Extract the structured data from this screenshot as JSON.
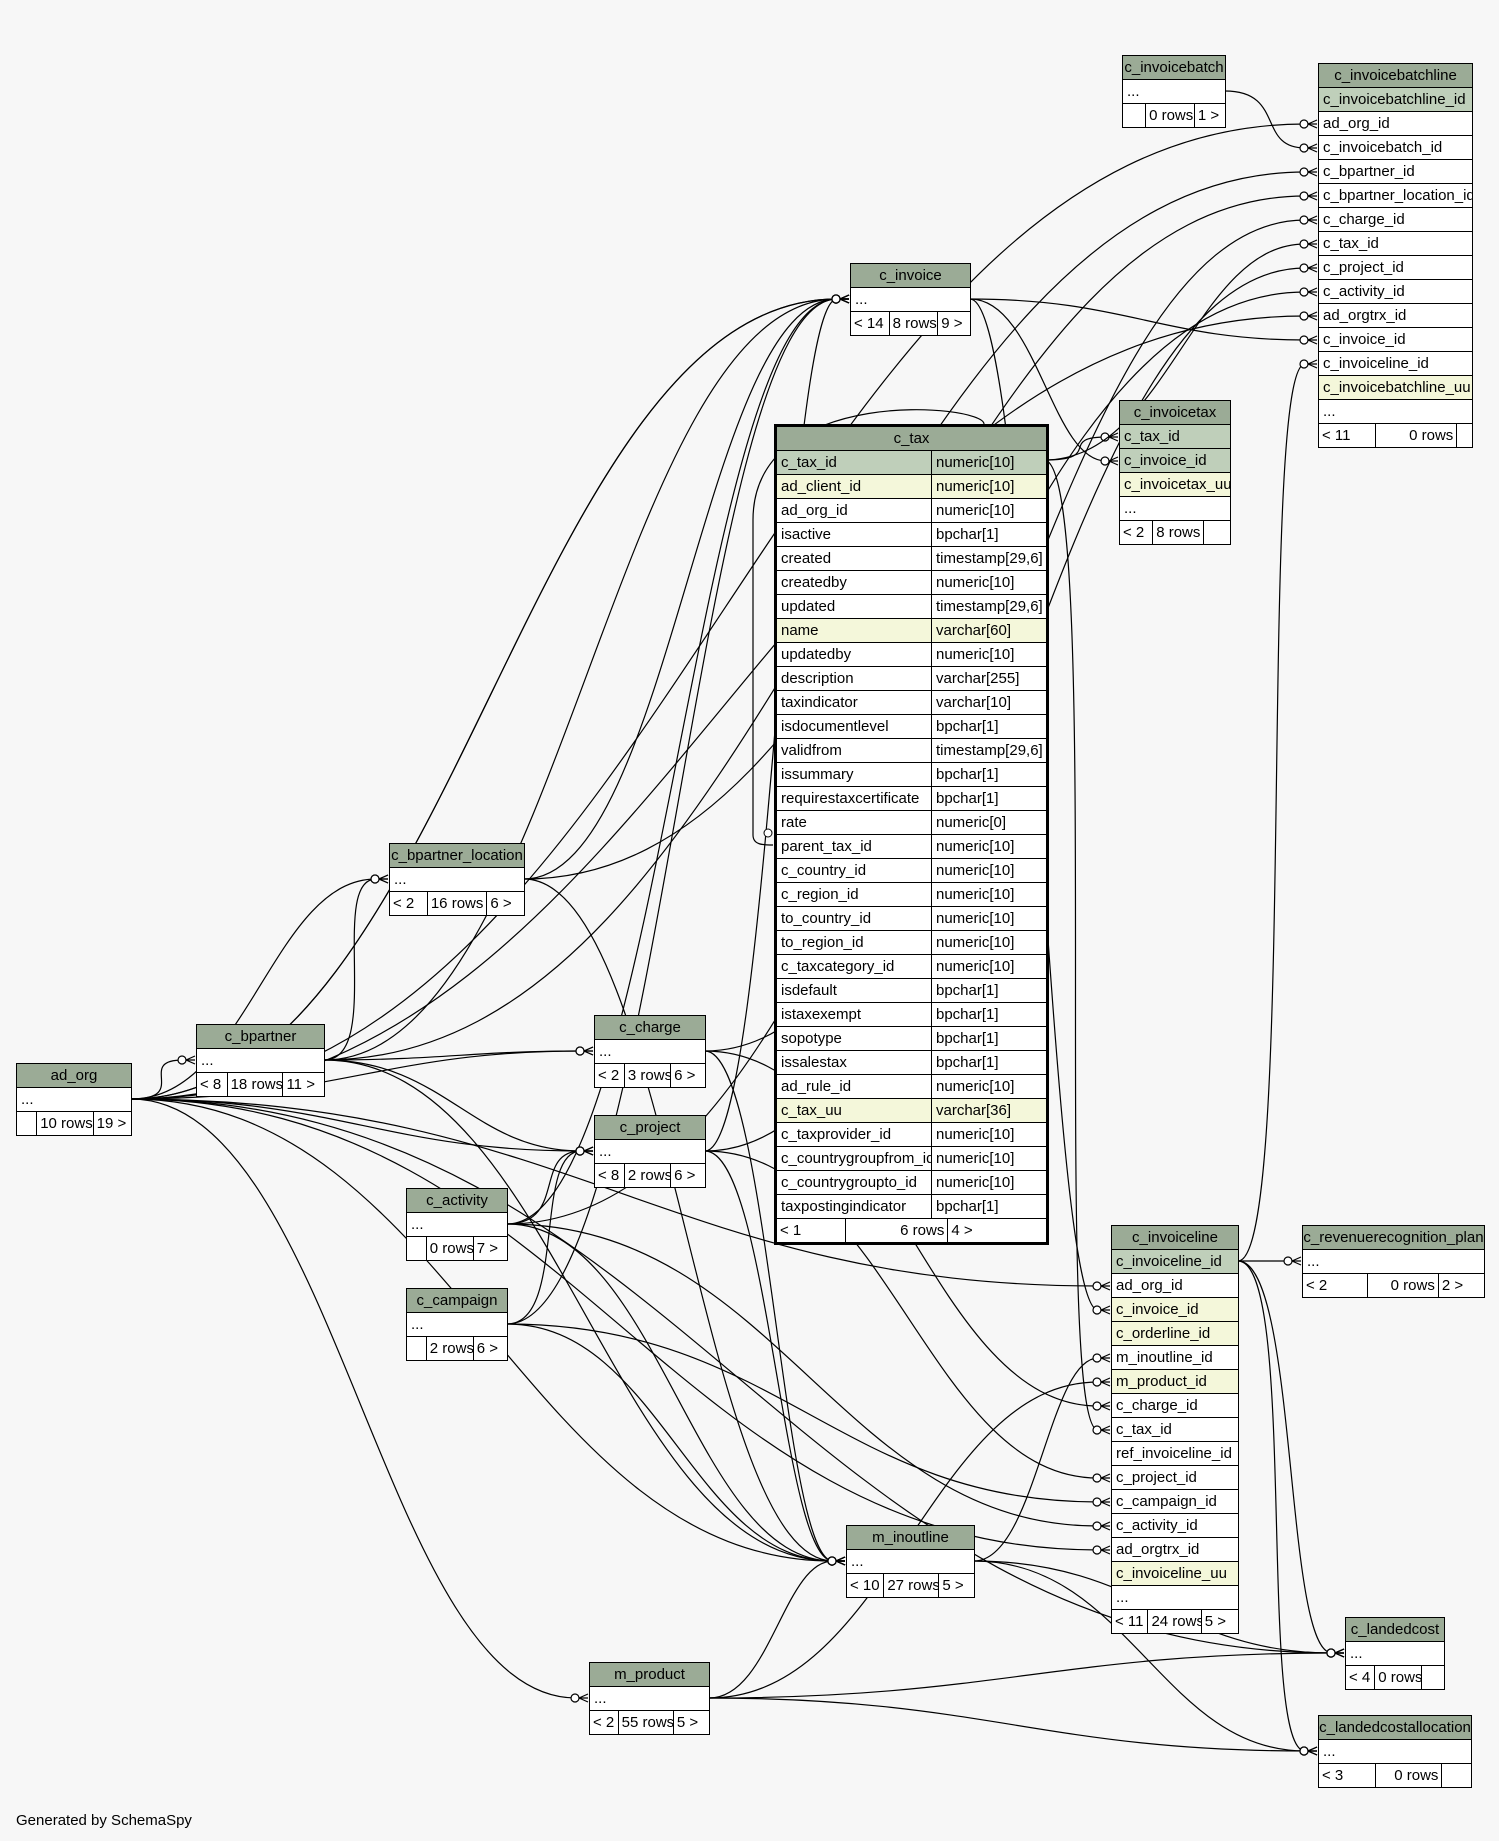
{
  "generated_by": "Generated by SchemaSpy",
  "tables": {
    "ad_org": {
      "name": "ad_org",
      "columns": [
        {
          "name": "..."
        }
      ],
      "footer": {
        "parents": "",
        "rows": "10 rows",
        "children": "19 >"
      }
    },
    "c_bpartner": {
      "name": "c_bpartner",
      "columns": [
        {
          "name": "..."
        }
      ],
      "footer": {
        "parents": "< 8",
        "rows": "18 rows",
        "children": "11 >"
      }
    },
    "c_bpartner_location": {
      "name": "c_bpartner_location",
      "columns": [
        {
          "name": "..."
        }
      ],
      "footer": {
        "parents": "< 2",
        "rows": "16 rows",
        "children": "6 >"
      }
    },
    "c_charge": {
      "name": "c_charge",
      "columns": [
        {
          "name": "..."
        }
      ],
      "footer": {
        "parents": "< 2",
        "rows": "3 rows",
        "children": "6 >"
      }
    },
    "c_project": {
      "name": "c_project",
      "columns": [
        {
          "name": "..."
        }
      ],
      "footer": {
        "parents": "< 8",
        "rows": "2 rows",
        "children": "6 >"
      }
    },
    "c_activity": {
      "name": "c_activity",
      "columns": [
        {
          "name": "..."
        }
      ],
      "footer": {
        "parents": "",
        "rows": "0 rows",
        "children": "7 >"
      }
    },
    "c_campaign": {
      "name": "c_campaign",
      "columns": [
        {
          "name": "..."
        }
      ],
      "footer": {
        "parents": "",
        "rows": "2 rows",
        "children": "6 >"
      }
    },
    "m_product": {
      "name": "m_product",
      "columns": [
        {
          "name": "..."
        }
      ],
      "footer": {
        "parents": "< 2",
        "rows": "55 rows",
        "children": "5 >"
      }
    },
    "m_inoutline": {
      "name": "m_inoutline",
      "columns": [
        {
          "name": "..."
        }
      ],
      "footer": {
        "parents": "< 10",
        "rows": "27 rows",
        "children": "5 >"
      }
    },
    "c_invoice": {
      "name": "c_invoice",
      "columns": [
        {
          "name": "..."
        }
      ],
      "footer": {
        "parents": "< 14",
        "rows": "8 rows",
        "children": "9 >"
      }
    },
    "c_invoicebatch": {
      "name": "c_invoicebatch",
      "columns": [
        {
          "name": "..."
        }
      ],
      "footer": {
        "parents": "",
        "rows": "0 rows",
        "children": "1 >"
      }
    },
    "c_invoicetax": {
      "name": "c_invoicetax",
      "columns": [
        {
          "name": "c_tax_id",
          "kind": "pk"
        },
        {
          "name": "c_invoice_id",
          "kind": "pk"
        },
        {
          "name": "c_invoicetax_uu",
          "kind": "idx"
        },
        {
          "name": "..."
        }
      ],
      "footer": {
        "parents": "< 2",
        "rows": "8 rows",
        "children": ""
      }
    },
    "c_invoicebatchline": {
      "name": "c_invoicebatchline",
      "columns": [
        {
          "name": "c_invoicebatchline_id",
          "kind": "pk"
        },
        {
          "name": "ad_org_id"
        },
        {
          "name": "c_invoicebatch_id"
        },
        {
          "name": "c_bpartner_id"
        },
        {
          "name": "c_bpartner_location_id"
        },
        {
          "name": "c_charge_id"
        },
        {
          "name": "c_tax_id"
        },
        {
          "name": "c_project_id"
        },
        {
          "name": "c_activity_id"
        },
        {
          "name": "ad_orgtrx_id"
        },
        {
          "name": "c_invoice_id"
        },
        {
          "name": "c_invoiceline_id"
        },
        {
          "name": "c_invoicebatchline_uu",
          "kind": "idx"
        },
        {
          "name": "..."
        }
      ],
      "footer": {
        "parents": "< 11",
        "rows": "0 rows",
        "children": ""
      }
    },
    "c_invoiceline": {
      "name": "c_invoiceline",
      "columns": [
        {
          "name": "c_invoiceline_id",
          "kind": "pk"
        },
        {
          "name": "ad_org_id"
        },
        {
          "name": "c_invoice_id",
          "kind": "idx"
        },
        {
          "name": "c_orderline_id",
          "kind": "idx"
        },
        {
          "name": "m_inoutline_id"
        },
        {
          "name": "m_product_id",
          "kind": "idx"
        },
        {
          "name": "c_charge_id"
        },
        {
          "name": "c_tax_id"
        },
        {
          "name": "ref_invoiceline_id"
        },
        {
          "name": "c_project_id"
        },
        {
          "name": "c_campaign_id"
        },
        {
          "name": "c_activity_id"
        },
        {
          "name": "ad_orgtrx_id"
        },
        {
          "name": "c_invoiceline_uu",
          "kind": "idx"
        },
        {
          "name": "..."
        }
      ],
      "footer": {
        "parents": "< 11",
        "rows": "24 rows",
        "children": "5 >"
      }
    },
    "c_revenuerecognition_plan": {
      "name": "c_revenuerecognition_plan",
      "columns": [
        {
          "name": "..."
        }
      ],
      "footer": {
        "parents": "< 2",
        "rows": "0 rows",
        "children": "2 >"
      }
    },
    "c_landedcost": {
      "name": "c_landedcost",
      "columns": [
        {
          "name": "..."
        }
      ],
      "footer": {
        "parents": "< 4",
        "rows": "0 rows",
        "children": ""
      }
    },
    "c_landedcostallocation": {
      "name": "c_landedcostallocation",
      "columns": [
        {
          "name": "..."
        }
      ],
      "footer": {
        "parents": "< 3",
        "rows": "0 rows",
        "children": ""
      }
    },
    "c_tax": {
      "name": "c_tax",
      "columns": [
        {
          "name": "c_tax_id",
          "type": "numeric[10]",
          "kind": "pk"
        },
        {
          "name": "ad_client_id",
          "type": "numeric[10]",
          "kind": "idx"
        },
        {
          "name": "ad_org_id",
          "type": "numeric[10]"
        },
        {
          "name": "isactive",
          "type": "bpchar[1]"
        },
        {
          "name": "created",
          "type": "timestamp[29,6]"
        },
        {
          "name": "createdby",
          "type": "numeric[10]"
        },
        {
          "name": "updated",
          "type": "timestamp[29,6]"
        },
        {
          "name": "name",
          "type": "varchar[60]",
          "kind": "idx"
        },
        {
          "name": "updatedby",
          "type": "numeric[10]"
        },
        {
          "name": "description",
          "type": "varchar[255]"
        },
        {
          "name": "taxindicator",
          "type": "varchar[10]"
        },
        {
          "name": "isdocumentlevel",
          "type": "bpchar[1]"
        },
        {
          "name": "validfrom",
          "type": "timestamp[29,6]"
        },
        {
          "name": "issummary",
          "type": "bpchar[1]"
        },
        {
          "name": "requirestaxcertificate",
          "type": "bpchar[1]"
        },
        {
          "name": "rate",
          "type": "numeric[0]"
        },
        {
          "name": "parent_tax_id",
          "type": "numeric[10]"
        },
        {
          "name": "c_country_id",
          "type": "numeric[10]"
        },
        {
          "name": "c_region_id",
          "type": "numeric[10]"
        },
        {
          "name": "to_country_id",
          "type": "numeric[10]"
        },
        {
          "name": "to_region_id",
          "type": "numeric[10]"
        },
        {
          "name": "c_taxcategory_id",
          "type": "numeric[10]"
        },
        {
          "name": "isdefault",
          "type": "bpchar[1]"
        },
        {
          "name": "istaxexempt",
          "type": "bpchar[1]"
        },
        {
          "name": "sopotype",
          "type": "bpchar[1]"
        },
        {
          "name": "issalestax",
          "type": "bpchar[1]"
        },
        {
          "name": "ad_rule_id",
          "type": "numeric[10]"
        },
        {
          "name": "c_tax_uu",
          "type": "varchar[36]",
          "kind": "idx"
        },
        {
          "name": "c_taxprovider_id",
          "type": "numeric[10]"
        },
        {
          "name": "c_countrygroupfrom_id",
          "type": "numeric[10]"
        },
        {
          "name": "c_countrygroupto_id",
          "type": "numeric[10]"
        },
        {
          "name": "taxpostingindicator",
          "type": "bpchar[1]"
        }
      ],
      "footer": {
        "parents": "< 1",
        "rows": "6 rows",
        "children": "4 >"
      }
    }
  }
}
